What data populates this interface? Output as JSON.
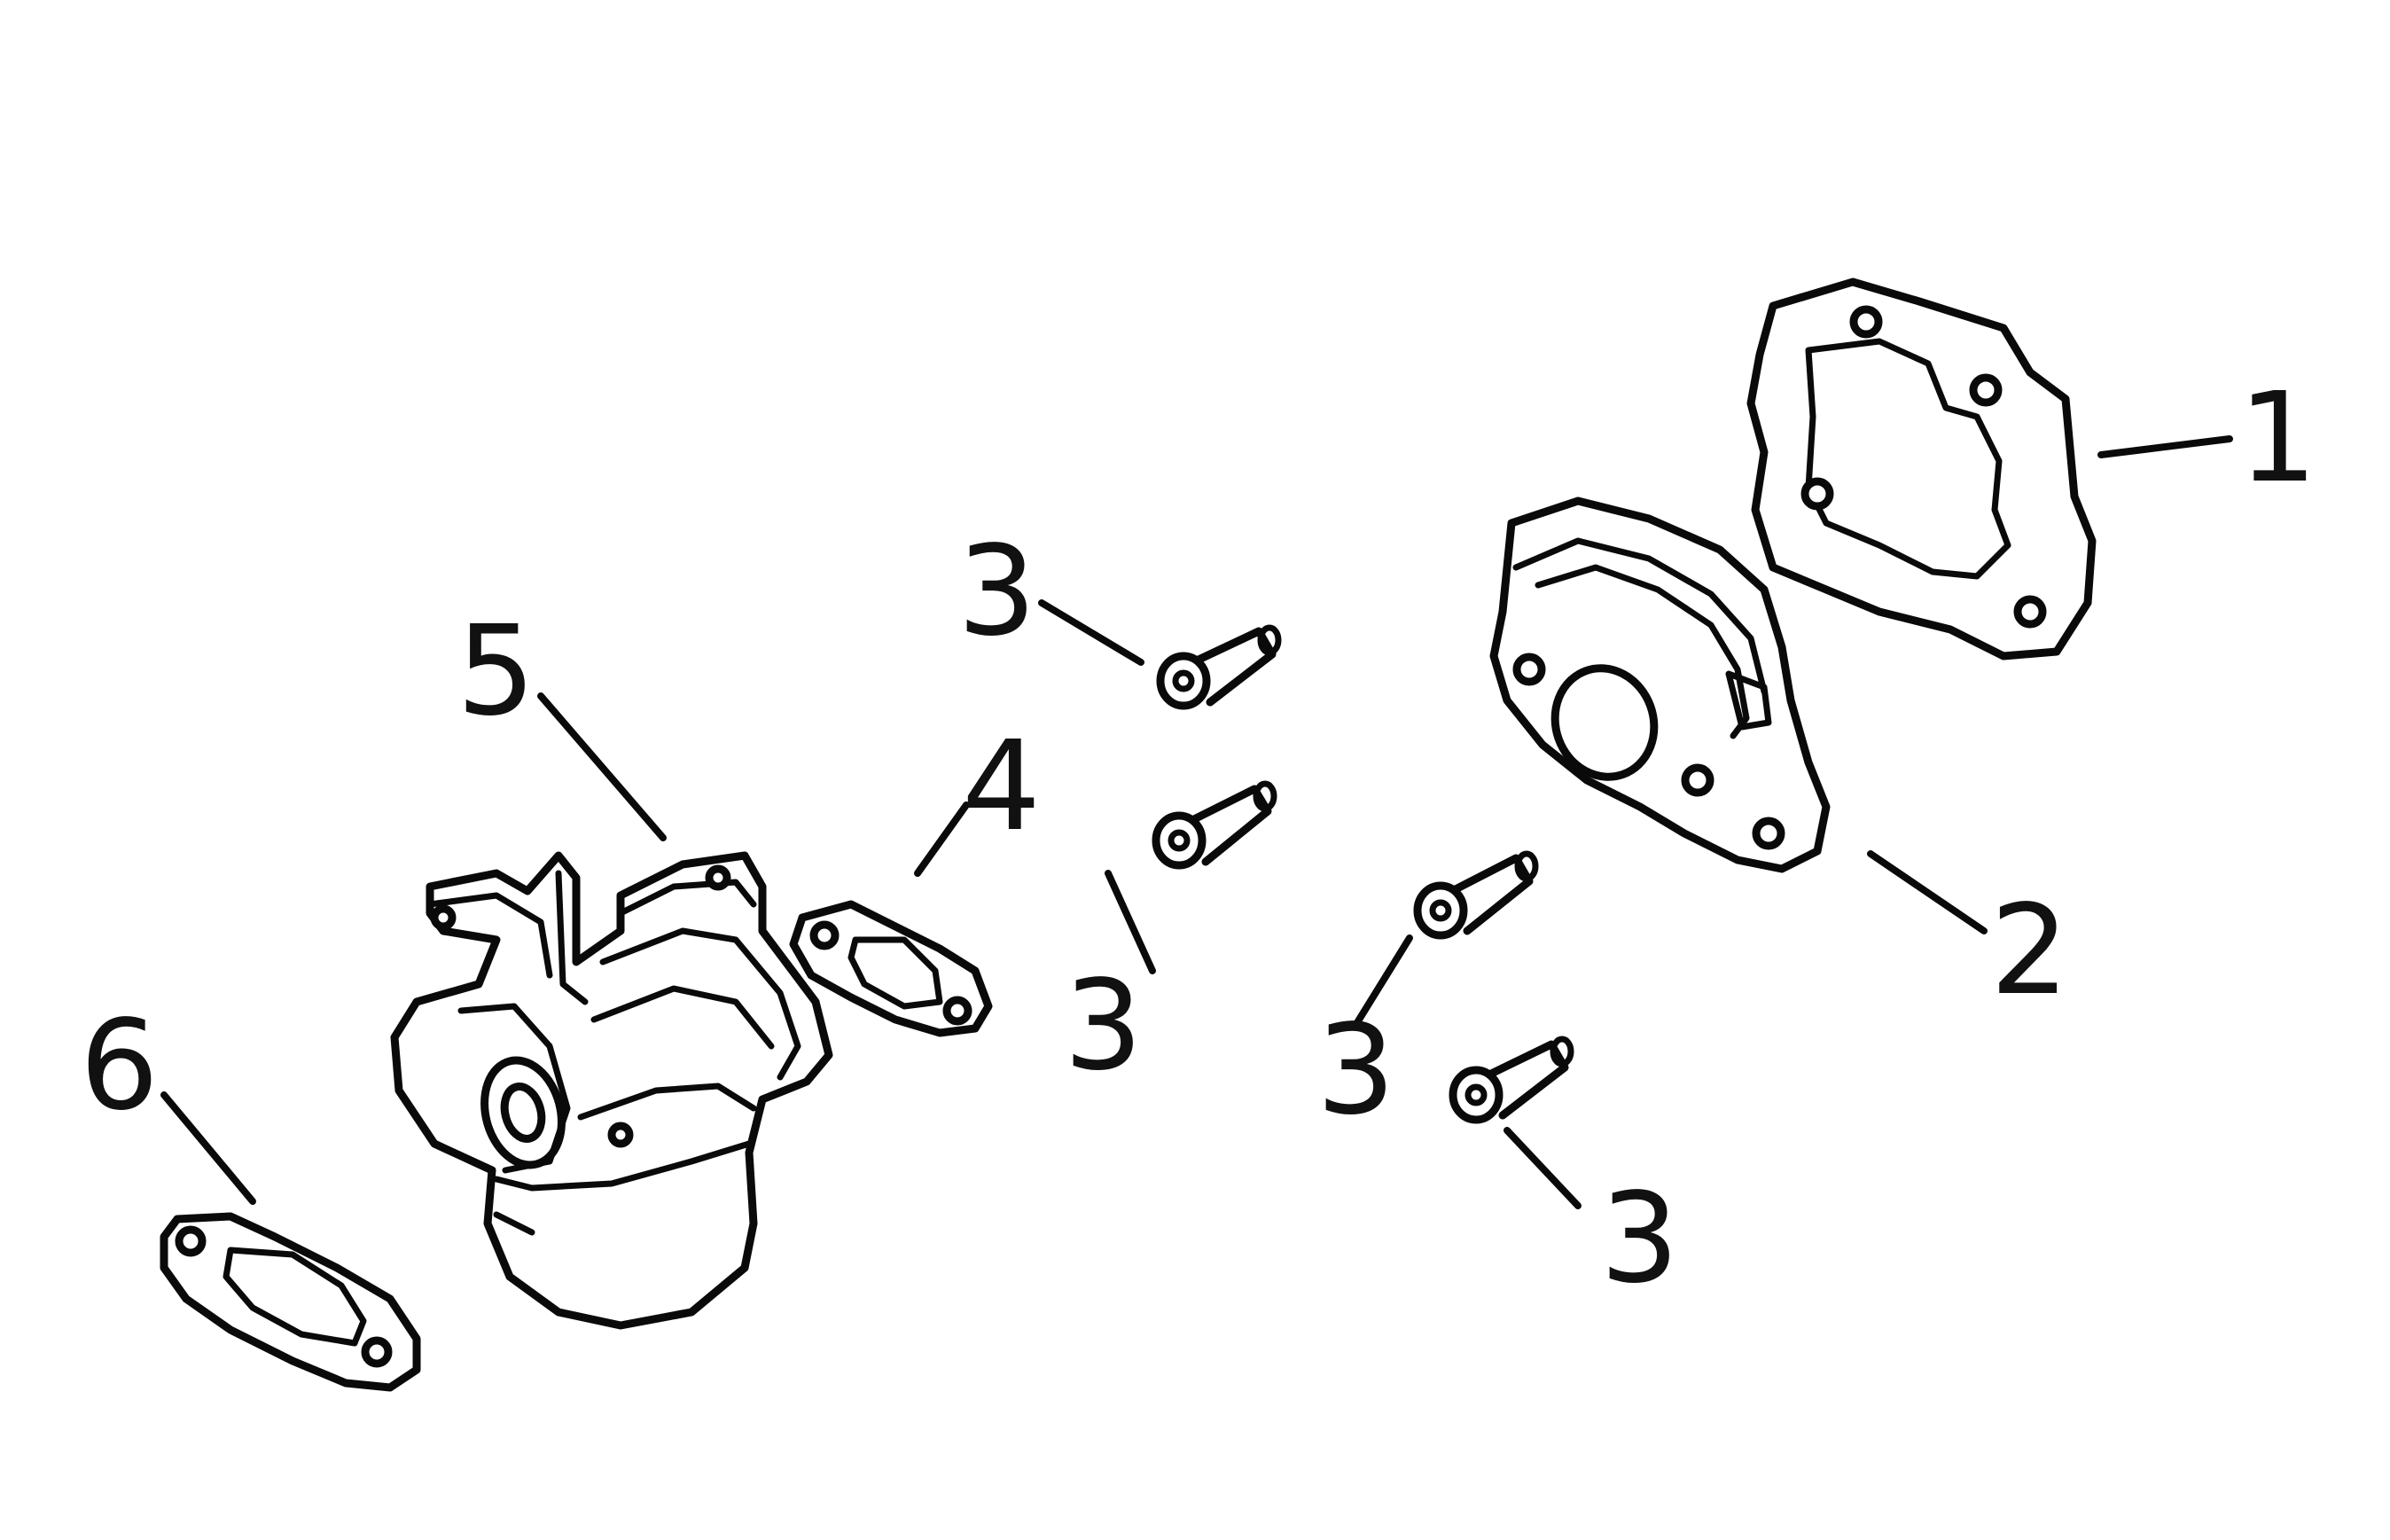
{
  "callouts": [
    {
      "id": "c1",
      "label": "1"
    },
    {
      "id": "c2",
      "label": "2"
    },
    {
      "id": "c3a",
      "label": "3"
    },
    {
      "id": "c3b",
      "label": "3"
    },
    {
      "id": "c3c",
      "label": "3"
    },
    {
      "id": "c3d",
      "label": "3"
    },
    {
      "id": "c4",
      "label": "4"
    },
    {
      "id": "c5",
      "label": "5"
    },
    {
      "id": "c6",
      "label": "6"
    }
  ],
  "colors": {
    "ink": "#0a0a0a",
    "background": "#ffffff"
  }
}
